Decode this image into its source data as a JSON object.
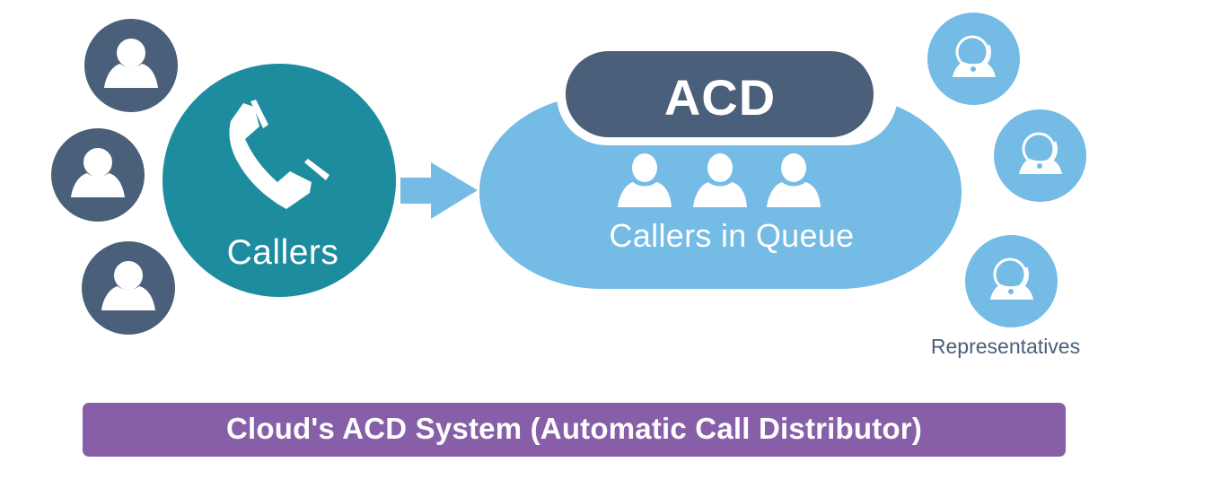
{
  "diagram": {
    "callers": {
      "label": "Callers",
      "icon": "phone-icon",
      "color": "#1d8c9f",
      "people": [
        {
          "icon": "person-icon"
        },
        {
          "icon": "person-icon"
        },
        {
          "icon": "person-icon"
        }
      ],
      "people_color": "#4a5f79"
    },
    "flow_arrow": {
      "icon": "arrow-right-icon",
      "color": "#74bbe6"
    },
    "queue": {
      "title": "ACD",
      "title_bg_color": "#4a5f79",
      "label": "Callers in Queue",
      "color": "#74bbe6",
      "people": [
        {
          "icon": "person-icon"
        },
        {
          "icon": "person-icon"
        },
        {
          "icon": "person-icon"
        }
      ]
    },
    "representatives": {
      "label": "Representatives",
      "color": "#74bbe6",
      "agents": [
        {
          "icon": "headset-agent-icon"
        },
        {
          "icon": "headset-agent-icon"
        },
        {
          "icon": "headset-agent-icon"
        }
      ]
    },
    "banner": {
      "text": "Cloud's ACD System (Automatic Call Distributor)",
      "color": "#865fa8"
    }
  }
}
